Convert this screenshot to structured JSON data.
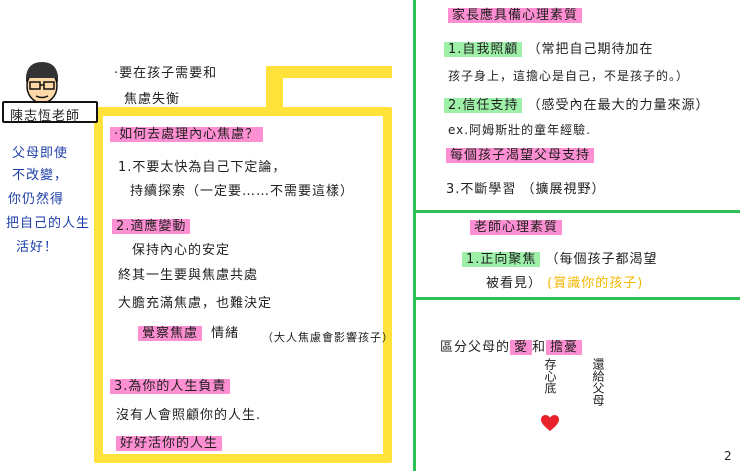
{
  "teacher": {
    "name": "陳志恆老師",
    "quote": [
      "父母即使",
      "不改變，",
      "你仍然得",
      "把自己的人生",
      "活好！"
    ]
  },
  "intro": {
    "line1": "·要在孩子需要和",
    "line2": "焦慮失衡"
  },
  "section_q": {
    "question": "·如何去處理內心焦慮？",
    "items": [
      {
        "title": "1.不要太快為自己下定論，",
        "lines": [
          "持續探索（一定要……不需要這樣）"
        ]
      },
      {
        "title": "2.適應變動",
        "lines": [
          "保持內心的安定",
          "終其一生要與焦慮共處",
          "大膽充滿焦慮，也難決定"
        ],
        "highlight": "覺察焦慮",
        "highlight_suffix": "情緒",
        "note": "（大人焦慮會影響孩子）"
      },
      {
        "title": "3.為你的人生負責",
        "lines": [
          "沒有人會照顧你的人生."
        ],
        "closing": "好好活你的人生"
      }
    ]
  },
  "parent_section": {
    "title": "家長應具備心理素質",
    "items": [
      {
        "label": "1.自我照顧",
        "text": "（常把自己期待加在",
        "text2": "孩子身上，這擔心是自己，不是孩子的。）"
      },
      {
        "label": "2.信任支持",
        "text": "（感受內在最大的力量來源）",
        "example": "ex.阿姆斯壯的童年經驗.",
        "highlight": "每個孩子渴望父母支持"
      },
      {
        "label": "3.不斷學習",
        "text": "（擴展視野）"
      }
    ]
  },
  "teacher_section": {
    "title": "老師心理素質",
    "items": [
      {
        "label": "1.正向聚焦",
        "text": "（每個孩子都渴望",
        "text2": "被看見）",
        "highlight": "(賞識你的孩子)"
      }
    ]
  },
  "distinguish": {
    "text": "區分父母的",
    "love": "愛",
    "and": "和",
    "worry": "擔憂",
    "love_note": "存心底",
    "worry_note": "還給父母"
  },
  "page_number": "2",
  "colors": {
    "green_line": "#2fbf57",
    "yellow": "#ffe23a",
    "pink": "#ff8fd3",
    "light_green": "#9ef0a9",
    "blue_ink": "#1c3ea8",
    "heart_red": "#e8222a"
  }
}
